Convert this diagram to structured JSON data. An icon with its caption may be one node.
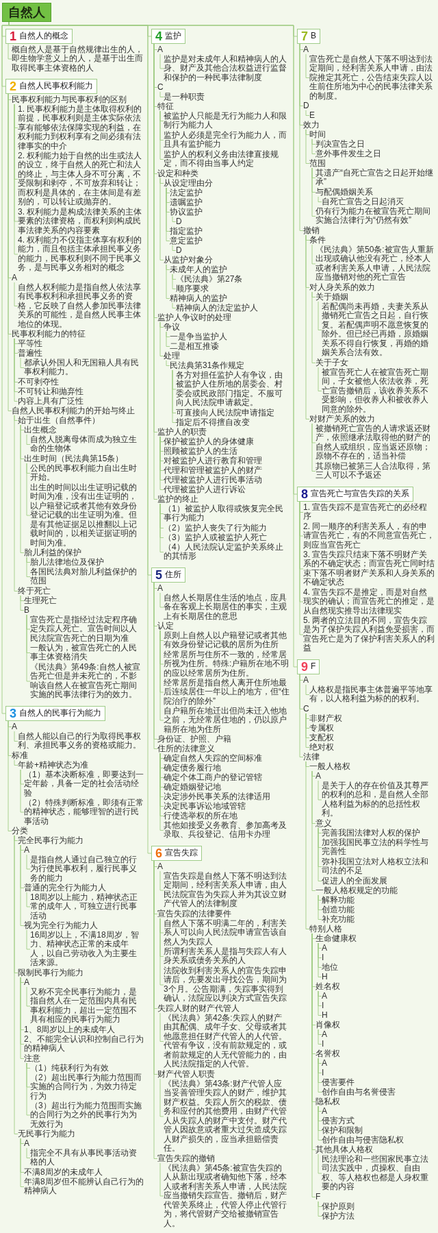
{
  "diagram": {
    "nodes": [
      {
        "text": [
          "自然人"
        ]
      },
      {
        "text": [
          "1",
          "自然人的概念"
        ]
      },
      {
        "text": [
          "概自然人是基于自然规律出生的人，即生物学意义上的人，是基于出生而取得民事主体资格的人"
        ]
      },
      {
        "text": [
          "2",
          "自然人民事权利能力"
        ]
      },
      {
        "text": [
          "民事权利能力与民事权利的区别"
        ]
      },
      {
        "text": [
          "1. 民事权利能力是主体取得权利的前提，民事权利则是主体实际依法享有能够依法保障实现的利益，在权利能力到权利享有之间必须有法律事实的中介"
        ]
      },
      {
        "text": [
          "2. 权利能力始于自然的出生或法人的设立，终于自然人的死亡和法人的终止，与主体人身不可分离，不受限制和剥夺，不可放弃和转让；而权利是具体的，在主体间是有差别的，可以转让或抛弃的。"
        ]
      },
      {
        "text": [
          "3. 权利能力是构成法律关系的主体要素的法律资格，而权利则构成民事法律关系的内容要素"
        ]
      },
      {
        "text": [
          "4. 权利能力不仅指主体享有权利的能力，而且包括主体承担民事义务的能力，民事权利则不同于民事义务，是与民事义务相对的概念"
        ]
      },
      {
        "text": [
          "A"
        ]
      },
      {
        "text": [
          "自然人权利能力是指自然人依法享有民事权利和承担民事义务的资格，它反映了自然人参加民事法律关系的可能性，是自然人民事主体地位的体现。"
        ]
      },
      {
        "text": [
          "民事权利能力的特征"
        ]
      },
      {
        "text": [
          "平等性"
        ]
      },
      {
        "text": [
          "普遍性"
        ]
      },
      {
        "text": [
          "都承认外国人和无国籍人具有民事权利能力。"
        ]
      },
      {
        "text": [
          "不可剥夺性"
        ]
      },
      {
        "text": [
          "不可转让和抛弃性"
        ]
      },
      {
        "text": [
          "内容上具有广泛性"
        ]
      },
      {
        "text": [
          "自然人民事权利能力的开始与终止"
        ]
      },
      {
        "text": [
          "始于出生（自然事件）"
        ]
      },
      {
        "text": [
          "出生概念"
        ]
      },
      {
        "text": [
          "自然人脱离母体而成为独立生命的生物体"
        ]
      },
      {
        "text": [
          "出生时间（民法典第15条）"
        ]
      },
      {
        "text": [
          "公民的民事权利能力自出生时开始。"
        ]
      },
      {
        "text": [
          "出生的时间以出生证明记载的时间为准，没有出生证明的，以户籍登记或者其他有效身份登记记载的出生证明为准。但是有其他证据足以推翻以上记载时间的，以相关证据证明的时间为准。"
        ]
      },
      {
        "text": [
          "胎儿利益的保护"
        ]
      },
      {
        "text": [
          "胎儿法律地位及保护"
        ]
      },
      {
        "text": [
          "各国民法典对胎儿利益保护的范围"
        ]
      },
      {
        "text": [
          "终于死亡"
        ]
      },
      {
        "text": [
          "生理死亡"
        ]
      },
      {
        "text": [
          "B"
        ]
      },
      {
        "text": [
          "宣告死亡是指经过法定程序确定失踪人死亡。宣告时间以人民法院宣告死亡的日期为准"
        ]
      },
      {
        "text": [
          "一般认为，被宣告死亡的人民事主体资格消失"
        ]
      },
      {
        "text": [
          "《民法典》第49条:自然人被宣告死亡但是并未死亡的，不影响该自然人在被宣告死亡期间实施的民事法律行为的效力。"
        ]
      },
      {
        "text": [
          "3",
          "自然人的民事行为能力"
        ]
      },
      {
        "text": [
          "A"
        ]
      },
      {
        "text": [
          "自然人能以自己的行为取得民事权利、承担民事义务的资格或能力。"
        ]
      },
      {
        "text": [
          "标准"
        ]
      },
      {
        "text": [
          "年龄+精神状态为准"
        ]
      },
      {
        "text": [
          "（1）基本决断标准，即要达到一定年龄，具备一定的社会活动经验"
        ]
      },
      {
        "text": [
          "（2）特殊判断标准，即须有正常的精神状态，能够理智的进行民事活动"
        ]
      },
      {
        "text": [
          "分类"
        ]
      },
      {
        "text": [
          "完全民事行为能力"
        ]
      },
      {
        "text": [
          "A"
        ]
      },
      {
        "text": [
          "是指自然人通过自己独立的行为行使民事权利，履行民事义务的能力"
        ]
      },
      {
        "text": [
          "普通的完全行为能力人"
        ]
      },
      {
        "text": [
          "18周岁以上能力，精神状态正常的成年人，可独立进行民事活动"
        ]
      },
      {
        "text": [
          "视为完全行为能力人"
        ]
      },
      {
        "text": [
          "16周岁以上，不满18周岁，智力、精神状态正常的未成年人，以自己劳动收入为主要生活来源。"
        ]
      },
      {
        "text": [
          "限制民事行为能力"
        ]
      },
      {
        "text": [
          "A"
        ]
      },
      {
        "text": [
          "又称不完全民事行为能力，是指自然人在一定范围内具有民事权利能力，超出一定范围不具有相应的民事行为能力"
        ]
      },
      {
        "text": [
          "1、8周岁以上的未成年人"
        ]
      },
      {
        "text": [
          "2、不能完全认识和控制自己行为的精神病人"
        ]
      },
      {
        "text": [
          "注意"
        ]
      },
      {
        "text": [
          "（1）纯获利行为有效"
        ]
      },
      {
        "text": [
          "（2）超出民事行为能力范围而实施的合同行为，为效力待定行为"
        ]
      },
      {
        "text": [
          "（3）超出行为能力范围而实施的合同行为之外的民事行为为无效行为"
        ]
      },
      {
        "text": [
          "无民事行为能力"
        ]
      },
      {
        "text": [
          "A"
        ]
      },
      {
        "text": [
          "指完全不具有从事民事活动资格的人"
        ]
      },
      {
        "text": [
          "不满8周岁的未成年人"
        ]
      },
      {
        "text": [
          "年满8周岁但不能辨认自己行为的精神病人"
        ]
      },
      {
        "text": [
          "4",
          "监护"
        ]
      },
      {
        "text": [
          "A"
        ]
      },
      {
        "text": [
          "监护是对未成年人和精神病人的人身、财产及其他合法权益进行监督和保护的一种民事法律制度"
        ]
      },
      {
        "text": [
          "C"
        ]
      },
      {
        "text": [
          "是一种职责"
        ]
      },
      {
        "text": [
          "特征"
        ]
      },
      {
        "text": [
          "被监护人只能是无行为能力人和限制行为能力人"
        ]
      },
      {
        "text": [
          "监护人必须是完全行为能力人，而且具有监护能力"
        ]
      },
      {
        "text": [
          "监护人的权利义务由法律直接规定，而不得由当事人约定"
        ]
      },
      {
        "text": [
          "设定和种类"
        ]
      },
      {
        "text": [
          "从设定理由分"
        ]
      },
      {
        "text": [
          "法定监护"
        ]
      },
      {
        "text": [
          "遗嘱监护"
        ]
      },
      {
        "text": [
          "协议监护"
        ]
      },
      {
        "text": [
          "D"
        ]
      },
      {
        "text": [
          "指定监护"
        ]
      },
      {
        "text": [
          "意定监护"
        ]
      },
      {
        "text": [
          "D"
        ]
      },
      {
        "text": [
          "从监护对象分"
        ]
      },
      {
        "text": [
          "未成年人的监护"
        ]
      },
      {
        "text": [
          "《民法典》第27条"
        ]
      },
      {
        "text": [
          "顺序要求"
        ]
      },
      {
        "text": [
          "精神病人的监护"
        ]
      },
      {
        "text": [
          "精神病人的法定监护人"
        ]
      },
      {
        "text": [
          "监护人争议时的处理"
        ]
      },
      {
        "text": [
          "争议"
        ]
      },
      {
        "text": [
          "一是争当监护人"
        ]
      },
      {
        "text": [
          "二是相互推诿"
        ]
      },
      {
        "text": [
          "处理"
        ]
      },
      {
        "text": [
          "民法典第31条作规定"
        ]
      },
      {
        "text": [
          "各方对担任监护人有争议，由被监护人住所地的居委会、村委会或民政部门指定。不服可向人民法院申请裁定。"
        ]
      },
      {
        "text": [
          "可直接向人民法院申请指定"
        ]
      },
      {
        "text": [
          "指定后不得擅自改变"
        ]
      },
      {
        "text": [
          "监护人的职责"
        ]
      },
      {
        "text": [
          "保护被监护人的身体健康"
        ]
      },
      {
        "text": [
          "照顾被监护人的生活"
        ]
      },
      {
        "text": [
          "对被监护人进行教育和管理"
        ]
      },
      {
        "text": [
          "代理和管理被监护人的财产"
        ]
      },
      {
        "text": [
          "代理被监护人进行民事活动"
        ]
      },
      {
        "text": [
          "代理被监护人进行诉讼"
        ]
      },
      {
        "text": [
          "监护的终止"
        ]
      },
      {
        "text": [
          "（1）被监护人取得或恢复完全民事行为能力"
        ]
      },
      {
        "text": [
          "（2）监护人丧失了行为能力"
        ]
      },
      {
        "text": [
          "（3）监护人或被监护人死亡"
        ]
      },
      {
        "text": [
          "（4）人民法院认定监护关系终止的其情形"
        ]
      },
      {
        "text": [
          "5",
          "住所"
        ]
      },
      {
        "text": [
          "A"
        ]
      },
      {
        "text": [
          "自然人长期居住生活的地点，应具备在客观上长期居住的事实，主观上有长期居住的意思"
        ]
      },
      {
        "text": [
          "认定"
        ]
      },
      {
        "text": [
          "原则上自然人以户籍登记或者其他有效身份登记记载的居所为住所"
        ]
      },
      {
        "text": [
          "经常居所与住所不一致的，经常居所视为住所。特殊:户籍所在地不明的应以经常居所为住所。"
        ]
      },
      {
        "text": [
          "经常居所是指自然人离开住所地最后连续居住一年以上的地方，但“住院治疗的除外”"
        ]
      },
      {
        "text": [
          "自户籍所在地迁出但尚未迁入他地之前，无经常居住地的，仍以原户籍所在地为住所"
        ]
      },
      {
        "text": [
          "身份证、护照、户籍"
        ]
      },
      {
        "text": [
          "住所的法律意义"
        ]
      },
      {
        "text": [
          "确定自然人失踪的空间标准"
        ]
      },
      {
        "text": [
          "确定债务履行地"
        ]
      },
      {
        "text": [
          "确定个体工商户的登记管辖"
        ]
      },
      {
        "text": [
          "确定婚姻登记地"
        ]
      },
      {
        "text": [
          "决定涉外民事关系的法律适用"
        ]
      },
      {
        "text": [
          "决定民事诉讼地域管辖"
        ]
      },
      {
        "text": [
          "行使选举权的所在地"
        ]
      },
      {
        "text": [
          "其他如接受义务教育、参加高考及录取、兵役登记、信用卡办理"
        ]
      },
      {
        "text": [
          "6",
          "宣告失踪"
        ]
      },
      {
        "text": [
          "A"
        ]
      },
      {
        "text": [
          "宣告失踪是自然人下落不明达到法定期间，经利害关系人申请，由人民法院宣告为失踪人并为其设立财产代管人的法律制度"
        ]
      },
      {
        "text": [
          "宣告失踪的法律要件"
        ]
      },
      {
        "text": [
          "自然人下落不明满二年的，利害关系人可以向人民法院申请宣告该自然人为失踪人"
        ]
      },
      {
        "text": [
          "所谓利害关系人是指与失踪人有人身关系或债务关系的人"
        ]
      },
      {
        "text": [
          "法院收到利害关系人的宣告失踪申请后，先要发出寻找公告，期间为3个月。公告期满，失踪事实得到确认，法院应以判决方式宣告失踪"
        ]
      },
      {
        "text": [
          "失踪人财的财产代管人"
        ]
      },
      {
        "text": [
          "《民法典》第42条:失踪人的财产由其配偶、成年子女、父母或者其他愿意担任财产代管人的人代管。代管有争议，没有前款规定的，或者前款规定的人无代管能力的，由人民法院指定的人代管。"
        ]
      },
      {
        "text": [
          "财产代管人职责"
        ]
      },
      {
        "text": [
          "《民法典》第43条:财产代管人应当妥善管理失踪人的财产，维护其财产权益。失踪人所欠的税款、债务和应付的其他费用，由财产代管人从失踪人的财产中支付。财产代管人因故意或者重大过失造成失踪人财产损失的，应当承担赔偿责任。"
        ]
      },
      {
        "text": [
          "宣告失踪的撤销"
        ]
      },
      {
        "text": [
          "《民法典》第45条:被宣告失踪的人从新出现或者确知他下落，经本人或者利害关系人申请，人民法院应当撤销失踪宣告。撤销后，财产代管关系终止，代管人停止代管行为，将代管财产交给被撤销宣告人。"
        ]
      },
      {
        "text": [
          "7",
          "B"
        ]
      },
      {
        "text": [
          "A"
        ]
      },
      {
        "text": [
          "宣告死亡是自然人下落不明达到法定期间，经利害关系人申请，由法院推定其死亡，公告结束失踪人以生前住所地为中心的民事法律关系的制度。"
        ]
      },
      {
        "text": [
          "D"
        ]
      },
      {
        "text": [
          "E"
        ]
      },
      {
        "text": [
          "效力"
        ]
      },
      {
        "text": [
          "时间"
        ]
      },
      {
        "text": [
          "判决宣告之日"
        ]
      },
      {
        "text": [
          "意外事件发生之日"
        ]
      },
      {
        "text": [
          "范围"
        ]
      },
      {
        "text": [
          "其遗产“自死亡宣告之日起开始继承”"
        ]
      },
      {
        "text": [
          "与配偶婚姻关系"
        ]
      },
      {
        "text": [
          "自死亡宣告之日起消灭"
        ]
      },
      {
        "text": [
          "仍有行为能力在被宣告死亡期间实施合法律行为“仍然有效”"
        ]
      },
      {
        "text": [
          "撤销"
        ]
      },
      {
        "text": [
          "条件"
        ]
      },
      {
        "text": [
          "《民法典》第50条:被宣告人重新出现或确认他没有死亡，经本人或者利害关系人申请，人民法院应当撤销对他的死亡宣告"
        ]
      },
      {
        "text": [
          "对人身关系的效力"
        ]
      },
      {
        "text": [
          "关于婚姻"
        ]
      },
      {
        "text": [
          "若配偶尚未再婚，夫妻关系从撤销死亡宣告之日起，自行恢复。若配偶声明不愿意恢复的除外。但已经已再婚，原婚姻关系不得自行恢复，再婚的婚姻关系合法有效。"
        ]
      },
      {
        "text": [
          "关于子女"
        ]
      },
      {
        "text": [
          "被宣告死亡人在被宣告死亡期间，子女被他人依法收养，死亡宣告撤销后，该收养关系不受影响，但收养人和被收养人同意的除外。"
        ]
      },
      {
        "text": [
          "对财产关系的效力"
        ]
      },
      {
        "text": [
          "被撤销死亡宣告的人请求返还财产，依照继承法取得他的财产的自然人或组织，应当返还原物；原物不存在的，适当补偿"
        ]
      },
      {
        "text": [
          "其原物已被第三人合法取得，第三人可以不予返还"
        ]
      },
      {
        "text": [
          "8",
          "宣告死亡与宣告失踪的关系"
        ]
      },
      {
        "text": [
          "1. 宣告失踪不是宣告死亡的必经程序"
        ]
      },
      {
        "text": [
          "2. 同一顺序的利害关系人，有的申请宣告死亡，有的不同意宣告死亡，则应当宣告死亡"
        ]
      },
      {
        "text": [
          "3. 宣告失踪只结束下落不明财产关系的不确定状态；而宣告死亡同时结束下落不明者财产关系和人身关系的不确定状态"
        ]
      },
      {
        "text": [
          "4. 宣告失踪不是推定，而是对自然现实的确认；而宣告死亡的推定，是从自然现实推导出法律现实"
        ]
      },
      {
        "text": [
          "5. 两者的立法目的不同，宣告失踪是为了保护失踪人利益免受损害，而宣告死亡是为了保护利害关系人的利益"
        ]
      },
      {
        "text": [
          "9",
          "F"
        ]
      },
      {
        "text": [
          "A"
        ]
      },
      {
        "text": [
          "人格权是指民事主体普遍平等地享有，以人格利益为标的的权利。"
        ]
      },
      {
        "text": [
          "C"
        ]
      },
      {
        "text": [
          "非财产权"
        ]
      },
      {
        "text": [
          "专属权"
        ]
      },
      {
        "text": [
          "支配权"
        ]
      },
      {
        "text": [
          "绝对权"
        ]
      },
      {
        "text": [
          "法律"
        ]
      },
      {
        "text": [
          "一般人格权"
        ]
      },
      {
        "text": [
          "A"
        ]
      },
      {
        "text": [
          "是关于人的存在价值及其尊严的权利的总和，是自然人全部人格利益为标的的总括性权利。"
        ]
      },
      {
        "text": [
          "意义"
        ]
      },
      {
        "text": [
          "完善我国法律对人权的保护"
        ]
      },
      {
        "text": [
          "加强我国民事立法的科学性与完善性"
        ]
      },
      {
        "text": [
          "弥补我国立法对人格权立法和司法的不足"
        ]
      },
      {
        "text": [
          "促进人的全面发展"
        ]
      },
      {
        "text": [
          "一般人格权规定的功能"
        ]
      },
      {
        "text": [
          "解释功能"
        ]
      },
      {
        "text": [
          "创造功能"
        ]
      },
      {
        "text": [
          "补充功能"
        ]
      },
      {
        "text": [
          "特别人格"
        ]
      },
      {
        "text": [
          "生命健康权"
        ]
      },
      {
        "text": [
          "A"
        ]
      },
      {
        "text": [
          "I"
        ]
      },
      {
        "text": [
          "地位"
        ]
      },
      {
        "text": [
          "H"
        ]
      },
      {
        "text": [
          "姓名权"
        ]
      },
      {
        "text": [
          "A"
        ]
      },
      {
        "text": [
          "I"
        ]
      },
      {
        "text": [
          "H"
        ]
      },
      {
        "text": [
          "肖像权"
        ]
      },
      {
        "text": [
          "A"
        ]
      },
      {
        "text": [
          "I"
        ]
      },
      {
        "text": [
          "名誉权"
        ]
      },
      {
        "text": [
          "A"
        ]
      },
      {
        "text": [
          "I"
        ]
      },
      {
        "text": [
          "侵害要件"
        ]
      },
      {
        "text": [
          "创作自由与名誉侵害"
        ]
      },
      {
        "text": [
          "隐私权"
        ]
      },
      {
        "text": [
          "A"
        ]
      },
      {
        "text": [
          "侵害方式"
        ]
      },
      {
        "text": [
          "保护和限制"
        ]
      },
      {
        "text": [
          "创作自由与侵害隐私权"
        ]
      },
      {
        "text": [
          "其他具体人格权"
        ]
      },
      {
        "text": [
          "民法理论和一些国家民事立法司法实践中，贞操权、自由权、等人格权也都是人身权重要的内容"
        ]
      },
      {
        "text": [
          "F"
        ]
      },
      {
        "text": [
          "保护原则"
        ]
      },
      {
        "text": [
          "保护方法"
        ]
      }
    ],
    "edges": [
      {
        "from": 0,
        "to": 1,
        "arrow": "none"
      },
      {
        "from": 1,
        "to": 2,
        "arrow": "none"
      },
      {
        "from": 0,
        "to": 3,
        "arrow": "none"
      },
      {
        "from": 3,
        "to": 4,
        "arrow": "none"
      },
      {
        "from": 4,
        "to": 5,
        "arrow": "none"
      },
      {
        "from": 4,
        "to": 6,
        "arrow": "none"
      },
      {
        "from": 4,
        "to": 7,
        "arrow": "none"
      },
      {
        "from": 4,
        "to": 8,
        "arrow": "none"
      },
      {
        "from": 3,
        "to": 9,
        "arrow": "none"
      },
      {
        "from": 9,
        "to": 10,
        "arrow": "none"
      },
      {
        "from": 3,
        "to": 11,
        "arrow": "none"
      },
      {
        "from": 11,
        "to": 12,
        "arrow": "none"
      },
      {
        "from": 11,
        "to": 13,
        "arrow": "none"
      },
      {
        "from": 13,
        "to": 14,
        "arrow": "none"
      },
      {
        "from": 11,
        "to": 15,
        "arrow": "none"
      },
      {
        "from": 11,
        "to": 16,
        "arrow": "none"
      },
      {
        "from": 11,
        "to": 17,
        "arrow": "none"
      },
      {
        "from": 3,
        "to": 18,
        "arrow": "none"
      },
      {
        "from": 18,
        "to": 19,
        "arrow": "none"
      },
      {
        "from": 19,
        "to": 20,
        "arrow": "none"
      },
      {
        "from": 20,
        "to": 21,
        "arrow": "none"
      },
      {
        "from": 19,
        "to": 22,
        "arrow": "none"
      },
      {
        "from": 22,
        "to": 23,
        "arrow": "none"
      },
      {
        "from": 22,
        "to": 24,
        "arrow": "none"
      },
      {
        "from": 19,
        "to": 25,
        "arrow": "none"
      },
      {
        "from": 25,
        "to": 26,
        "arrow": "none"
      },
      {
        "from": 25,
        "to": 27,
        "arrow": "none"
      },
      {
        "from": 18,
        "to": 28,
        "arrow": "none"
      },
      {
        "from": 28,
        "to": 29,
        "arrow": "none"
      },
      {
        "from": 28,
        "to": 30,
        "arrow": "none"
      },
      {
        "from": 30,
        "to": 31,
        "arrow": "none"
      },
      {
        "from": 30,
        "to": 32,
        "arrow": "none"
      },
      {
        "from": 30,
        "to": 33,
        "arrow": "none"
      },
      {
        "from": 0,
        "to": 34,
        "arrow": "none"
      },
      {
        "from": 34,
        "to": 35,
        "arrow": "none"
      },
      {
        "from": 35,
        "to": 36,
        "arrow": "none"
      },
      {
        "from": 34,
        "to": 37,
        "arrow": "none"
      },
      {
        "from": 37,
        "to": 38,
        "arrow": "none"
      },
      {
        "from": 38,
        "to": 39,
        "arrow": "none"
      },
      {
        "from": 38,
        "to": 40,
        "arrow": "none"
      },
      {
        "from": 34,
        "to": 41,
        "arrow": "none"
      },
      {
        "from": 41,
        "to": 42,
        "arrow": "none"
      },
      {
        "from": 42,
        "to": 43,
        "arrow": "none"
      },
      {
        "from": 43,
        "to": 44,
        "arrow": "none"
      },
      {
        "from": 42,
        "to": 45,
        "arrow": "none"
      },
      {
        "from": 45,
        "to": 46,
        "arrow": "none"
      },
      {
        "from": 42,
        "to": 47,
        "arrow": "none"
      },
      {
        "from": 47,
        "to": 48,
        "arrow": "none"
      },
      {
        "from": 41,
        "to": 49,
        "arrow": "none"
      },
      {
        "from": 49,
        "to": 50,
        "arrow": "none"
      },
      {
        "from": 50,
        "to": 51,
        "arrow": "none"
      },
      {
        "from": 49,
        "to": 52,
        "arrow": "none"
      },
      {
        "from": 49,
        "to": 53,
        "arrow": "none"
      },
      {
        "from": 49,
        "to": 54,
        "arrow": "none"
      },
      {
        "from": 54,
        "to": 55,
        "arrow": "none"
      },
      {
        "from": 54,
        "to": 56,
        "arrow": "none"
      },
      {
        "from": 54,
        "to": 57,
        "arrow": "none"
      },
      {
        "from": 41,
        "to": 58,
        "arrow": "none"
      },
      {
        "from": 58,
        "to": 59,
        "arrow": "none"
      },
      {
        "from": 59,
        "to": 60,
        "arrow": "none"
      },
      {
        "from": 58,
        "to": 61,
        "arrow": "none"
      },
      {
        "from": 58,
        "to": 62,
        "arrow": "none"
      },
      {
        "from": 0,
        "to": 63,
        "arrow": "none"
      },
      {
        "from": 63,
        "to": 64,
        "arrow": "none"
      },
      {
        "from": 64,
        "to": 65,
        "arrow": "none"
      },
      {
        "from": 63,
        "to": 66,
        "arrow": "none"
      },
      {
        "from": 66,
        "to": 67,
        "arrow": "none"
      },
      {
        "from": 63,
        "to": 68,
        "arrow": "none"
      },
      {
        "from": 68,
        "to": 69,
        "arrow": "none"
      },
      {
        "from": 68,
        "to": 70,
        "arrow": "none"
      },
      {
        "from": 68,
        "to": 71,
        "arrow": "none"
      },
      {
        "from": 63,
        "to": 72,
        "arrow": "none"
      },
      {
        "from": 72,
        "to": 73,
        "arrow": "none"
      },
      {
        "from": 73,
        "to": 74,
        "arrow": "none"
      },
      {
        "from": 73,
        "to": 75,
        "arrow": "none"
      },
      {
        "from": 73,
        "to": 76,
        "arrow": "none"
      },
      {
        "from": 76,
        "to": 77,
        "arrow": "none"
      },
      {
        "from": 73,
        "to": 78,
        "arrow": "none"
      },
      {
        "from": 73,
        "to": 79,
        "arrow": "none"
      },
      {
        "from": 79,
        "to": 80,
        "arrow": "none"
      },
      {
        "from": 72,
        "to": 81,
        "arrow": "none"
      },
      {
        "from": 81,
        "to": 82,
        "arrow": "none"
      },
      {
        "from": 82,
        "to": 83,
        "arrow": "none"
      },
      {
        "from": 82,
        "to": 84,
        "arrow": "none"
      },
      {
        "from": 81,
        "to": 85,
        "arrow": "none"
      },
      {
        "from": 85,
        "to": 86,
        "arrow": "none"
      },
      {
        "from": 63,
        "to": 87,
        "arrow": "none"
      },
      {
        "from": 87,
        "to": 88,
        "arrow": "none"
      },
      {
        "from": 88,
        "to": 89,
        "arrow": "none"
      },
      {
        "from": 88,
        "to": 90,
        "arrow": "none"
      },
      {
        "from": 87,
        "to": 91,
        "arrow": "none"
      },
      {
        "from": 91,
        "to": 92,
        "arrow": "none"
      },
      {
        "from": 92,
        "to": 93,
        "arrow": "none"
      },
      {
        "from": 92,
        "to": 94,
        "arrow": "none"
      },
      {
        "from": 92,
        "to": 95,
        "arrow": "none"
      },
      {
        "from": 63,
        "to": 96,
        "arrow": "none"
      },
      {
        "from": 96,
        "to": 97,
        "arrow": "none"
      },
      {
        "from": 96,
        "to": 98,
        "arrow": "none"
      },
      {
        "from": 96,
        "to": 99,
        "arrow": "none"
      },
      {
        "from": 96,
        "to": 100,
        "arrow": "none"
      },
      {
        "from": 96,
        "to": 101,
        "arrow": "none"
      },
      {
        "from": 96,
        "to": 102,
        "arrow": "none"
      },
      {
        "from": 63,
        "to": 103,
        "arrow": "none"
      },
      {
        "from": 103,
        "to": 104,
        "arrow": "none"
      },
      {
        "from": 103,
        "to": 105,
        "arrow": "none"
      },
      {
        "from": 103,
        "to": 106,
        "arrow": "none"
      },
      {
        "from": 103,
        "to": 107,
        "arrow": "none"
      },
      {
        "from": 0,
        "to": 108,
        "arrow": "none"
      },
      {
        "from": 108,
        "to": 109,
        "arrow": "none"
      },
      {
        "from": 109,
        "to": 110,
        "arrow": "none"
      },
      {
        "from": 108,
        "to": 111,
        "arrow": "none"
      },
      {
        "from": 111,
        "to": 112,
        "arrow": "none"
      },
      {
        "from": 111,
        "to": 113,
        "arrow": "none"
      },
      {
        "from": 111,
        "to": 114,
        "arrow": "none"
      },
      {
        "from": 111,
        "to": 115,
        "arrow": "none"
      },
      {
        "from": 108,
        "to": 116,
        "arrow": "none"
      },
      {
        "from": 108,
        "to": 117,
        "arrow": "none"
      },
      {
        "from": 117,
        "to": 118,
        "arrow": "none"
      },
      {
        "from": 117,
        "to": 119,
        "arrow": "none"
      },
      {
        "from": 117,
        "to": 120,
        "arrow": "none"
      },
      {
        "from": 117,
        "to": 121,
        "arrow": "none"
      },
      {
        "from": 117,
        "to": 122,
        "arrow": "none"
      },
      {
        "from": 117,
        "to": 123,
        "arrow": "none"
      },
      {
        "from": 117,
        "to": 124,
        "arrow": "none"
      },
      {
        "from": 117,
        "to": 125,
        "arrow": "none"
      },
      {
        "from": 0,
        "to": 126,
        "arrow": "none"
      },
      {
        "from": 126,
        "to": 127,
        "arrow": "none"
      },
      {
        "from": 127,
        "to": 128,
        "arrow": "none"
      },
      {
        "from": 126,
        "to": 129,
        "arrow": "none"
      },
      {
        "from": 129,
        "to": 130,
        "arrow": "none"
      },
      {
        "from": 129,
        "to": 131,
        "arrow": "none"
      },
      {
        "from": 129,
        "to": 132,
        "arrow": "none"
      },
      {
        "from": 126,
        "to": 133,
        "arrow": "none"
      },
      {
        "from": 133,
        "to": 134,
        "arrow": "none"
      },
      {
        "from": 126,
        "to": 135,
        "arrow": "none"
      },
      {
        "from": 135,
        "to": 136,
        "arrow": "none"
      },
      {
        "from": 126,
        "to": 137,
        "arrow": "none"
      },
      {
        "from": 137,
        "to": 138,
        "arrow": "none"
      },
      {
        "from": 0,
        "to": 139,
        "arrow": "none"
      },
      {
        "from": 139,
        "to": 140,
        "arrow": "none"
      },
      {
        "from": 140,
        "to": 141,
        "arrow": "none"
      },
      {
        "from": 139,
        "to": 142,
        "arrow": "none"
      },
      {
        "from": 142,
        "to": 143,
        "arrow": "none"
      },
      {
        "from": 139,
        "to": 144,
        "arrow": "none"
      },
      {
        "from": 144,
        "to": 145,
        "arrow": "none"
      },
      {
        "from": 145,
        "to": 146,
        "arrow": "none"
      },
      {
        "from": 145,
        "to": 147,
        "arrow": "none"
      },
      {
        "from": 144,
        "to": 148,
        "arrow": "none"
      },
      {
        "from": 148,
        "to": 149,
        "arrow": "none"
      },
      {
        "from": 148,
        "to": 150,
        "arrow": "none"
      },
      {
        "from": 150,
        "to": 151,
        "arrow": "none"
      },
      {
        "from": 148,
        "to": 152,
        "arrow": "none"
      },
      {
        "from": 139,
        "to": 153,
        "arrow": "none"
      },
      {
        "from": 153,
        "to": 154,
        "arrow": "none"
      },
      {
        "from": 154,
        "to": 155,
        "arrow": "none"
      },
      {
        "from": 153,
        "to": 156,
        "arrow": "none"
      },
      {
        "from": 156,
        "to": 157,
        "arrow": "none"
      },
      {
        "from": 157,
        "to": 158,
        "arrow": "none"
      },
      {
        "from": 156,
        "to": 159,
        "arrow": "none"
      },
      {
        "from": 159,
        "to": 160,
        "arrow": "none"
      },
      {
        "from": 153,
        "to": 161,
        "arrow": "none"
      },
      {
        "from": 161,
        "to": 162,
        "arrow": "none"
      },
      {
        "from": 161,
        "to": 163,
        "arrow": "none"
      },
      {
        "from": 0,
        "to": 164,
        "arrow": "none"
      },
      {
        "from": 164,
        "to": 165,
        "arrow": "none"
      },
      {
        "from": 164,
        "to": 166,
        "arrow": "none"
      },
      {
        "from": 164,
        "to": 167,
        "arrow": "none"
      },
      {
        "from": 164,
        "to": 168,
        "arrow": "none"
      },
      {
        "from": 164,
        "to": 169,
        "arrow": "none"
      },
      {
        "from": 0,
        "to": 170,
        "arrow": "none"
      },
      {
        "from": 170,
        "to": 171,
        "arrow": "none"
      },
      {
        "from": 171,
        "to": 172,
        "arrow": "none"
      },
      {
        "from": 170,
        "to": 173,
        "arrow": "none"
      },
      {
        "from": 173,
        "to": 174,
        "arrow": "none"
      },
      {
        "from": 173,
        "to": 175,
        "arrow": "none"
      },
      {
        "from": 173,
        "to": 176,
        "arrow": "none"
      },
      {
        "from": 173,
        "to": 177,
        "arrow": "none"
      },
      {
        "from": 170,
        "to": 178,
        "arrow": "none"
      },
      {
        "from": 178,
        "to": 179,
        "arrow": "none"
      },
      {
        "from": 179,
        "to": 180,
        "arrow": "none"
      },
      {
        "from": 180,
        "to": 181,
        "arrow": "none"
      },
      {
        "from": 179,
        "to": 182,
        "arrow": "none"
      },
      {
        "from": 182,
        "to": 183,
        "arrow": "none"
      },
      {
        "from": 182,
        "to": 184,
        "arrow": "none"
      },
      {
        "from": 182,
        "to": 185,
        "arrow": "none"
      },
      {
        "from": 182,
        "to": 186,
        "arrow": "none"
      },
      {
        "from": 179,
        "to": 187,
        "arrow": "none"
      },
      {
        "from": 187,
        "to": 188,
        "arrow": "none"
      },
      {
        "from": 187,
        "to": 189,
        "arrow": "none"
      },
      {
        "from": 187,
        "to": 190,
        "arrow": "none"
      },
      {
        "from": 178,
        "to": 191,
        "arrow": "none"
      },
      {
        "from": 191,
        "to": 192,
        "arrow": "none"
      },
      {
        "from": 192,
        "to": 193,
        "arrow": "none"
      },
      {
        "from": 192,
        "to": 194,
        "arrow": "none"
      },
      {
        "from": 192,
        "to": 195,
        "arrow": "none"
      },
      {
        "from": 192,
        "to": 196,
        "arrow": "none"
      },
      {
        "from": 191,
        "to": 197,
        "arrow": "none"
      },
      {
        "from": 197,
        "to": 198,
        "arrow": "none"
      },
      {
        "from": 197,
        "to": 199,
        "arrow": "none"
      },
      {
        "from": 197,
        "to": 200,
        "arrow": "none"
      },
      {
        "from": 191,
        "to": 201,
        "arrow": "none"
      },
      {
        "from": 201,
        "to": 202,
        "arrow": "none"
      },
      {
        "from": 201,
        "to": 203,
        "arrow": "none"
      },
      {
        "from": 191,
        "to": 204,
        "arrow": "none"
      },
      {
        "from": 204,
        "to": 205,
        "arrow": "none"
      },
      {
        "from": 204,
        "to": 206,
        "arrow": "none"
      },
      {
        "from": 204,
        "to": 207,
        "arrow": "none"
      },
      {
        "from": 204,
        "to": 208,
        "arrow": "none"
      },
      {
        "from": 191,
        "to": 209,
        "arrow": "none"
      },
      {
        "from": 209,
        "to": 210,
        "arrow": "none"
      },
      {
        "from": 209,
        "to": 211,
        "arrow": "none"
      },
      {
        "from": 209,
        "to": 212,
        "arrow": "none"
      },
      {
        "from": 209,
        "to": 213,
        "arrow": "none"
      },
      {
        "from": 191,
        "to": 214,
        "arrow": "none"
      },
      {
        "from": 214,
        "to": 215,
        "arrow": "none"
      },
      {
        "from": 191,
        "to": 216,
        "arrow": "none"
      },
      {
        "from": 216,
        "to": 217,
        "arrow": "none"
      },
      {
        "from": 216,
        "to": 218,
        "arrow": "none"
      }
    ]
  }
}
